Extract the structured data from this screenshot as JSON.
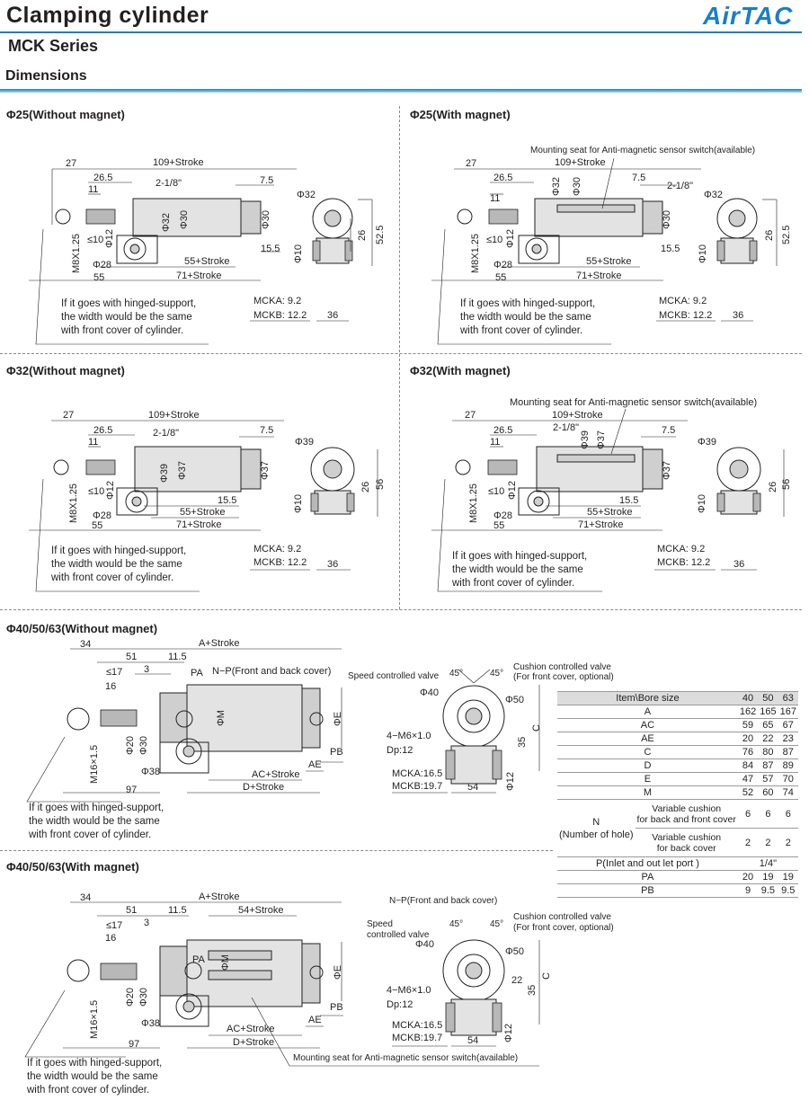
{
  "header": {
    "title": "Clamping cylinder",
    "series": "MCK Series",
    "section": "Dimensions",
    "logo": "AirTAC",
    "accent_color": "#1b7fc6"
  },
  "panels": {
    "p25a": {
      "heading": "Φ25(Without magnet)"
    },
    "p25b": {
      "heading": "Φ25(With magnet)"
    },
    "p32a": {
      "heading": "Φ32(Without magnet)"
    },
    "p32b": {
      "heading": "Φ32(With magnet)"
    },
    "p40a": {
      "heading": "Φ40/50/63(Without magnet)"
    },
    "p40b": {
      "heading": "Φ40/50/63(With magnet)"
    }
  },
  "labels": {
    "d27": "27",
    "d26_5": "26.5",
    "d11": "11",
    "d109": "109+Stroke",
    "d2_18": "2-1/8\"",
    "d7_5": "7.5",
    "d15_5": "15.5",
    "d55s": "55+Stroke",
    "d71s": "71+Stroke",
    "d55": "55",
    "p10": "≤10",
    "m8": "M8X1.25",
    "phi12": "Φ12",
    "phi28": "Φ28",
    "phi30": "Φ30",
    "phi32": "Φ32",
    "phi37": "Φ37",
    "phi39": "Φ39",
    "phi10": "Φ10",
    "d26": "26",
    "d52_5": "52.5",
    "d56": "56",
    "d36": "36",
    "mcka92": "MCKA: 9.2",
    "mckb122": "MCKB: 12.2",
    "mount": "Mounting seat for Anti-magnetic sensor switch(available)",
    "d34": "34",
    "astroke": "A+Stroke",
    "d51": "51",
    "d11_5": "11.5",
    "d3": "3",
    "le17": "≤17",
    "d16": "16",
    "pa": "PA",
    "pb": "PB",
    "np": "N−P(Front and back cover)",
    "phim": "ΦM",
    "phie": "ΦE",
    "phi20": "Φ20",
    "phi30b": "Φ30",
    "m16": "M16×1.5",
    "phi38": "Φ38",
    "acs": "AC+Stroke",
    "ds": "D+Stroke",
    "ae": "AE",
    "d97": "97",
    "d54s": "54+Stroke",
    "scv": "Speed controlled valve",
    "scv2a": "Speed",
    "scv2b": "controlled valve",
    "ccv1": "Cushion controlled valve",
    "ccv2": "(For front cover, optional)",
    "a45": "45°",
    "phi40": "Φ40",
    "phi50": "Φ50",
    "m6": "4−M6×1.0",
    "dp12": "Dp:12",
    "d35": "35",
    "c": "C",
    "d22": "22",
    "mcka165": "MCKA:16.5",
    "mckb197": "MCKB:19.7",
    "d54": "54",
    "phi12b": "Φ12"
  },
  "notes": {
    "hinge": [
      "If it goes with hinged-support,",
      "the width would be the same",
      "with front cover of cylinder."
    ]
  },
  "table": {
    "header": [
      "Item\\Bore size",
      "40",
      "50",
      "63"
    ],
    "rows": [
      {
        "item": "A",
        "v": [
          "162",
          "165",
          "167"
        ]
      },
      {
        "item": "AC",
        "v": [
          "59",
          "65",
          "67"
        ]
      },
      {
        "item": "AE",
        "v": [
          "20",
          "22",
          "23"
        ]
      },
      {
        "item": "C",
        "v": [
          "76",
          "80",
          "87"
        ]
      },
      {
        "item": "D",
        "v": [
          "84",
          "87",
          "89"
        ]
      },
      {
        "item": "E",
        "v": [
          "47",
          "57",
          "70"
        ]
      },
      {
        "item": "M",
        "v": [
          "52",
          "60",
          "74"
        ]
      }
    ],
    "n_label": "N",
    "n_sub": "(Number of hole)",
    "n_rows": [
      {
        "item": "Variable cushion for back and front cover",
        "line1": "Variable cushion",
        "line2": "for back and front cover",
        "v": [
          "6",
          "6",
          "6"
        ]
      },
      {
        "item": "Variable cushion for back cover",
        "line1": "Variable cushion",
        "line2": "for back cover",
        "v": [
          "2",
          "2",
          "2"
        ]
      }
    ],
    "p_row": {
      "item": "P(Inlet and out let port )",
      "v": "1/4\""
    },
    "pa_row": {
      "item": "PA",
      "v": [
        "20",
        "19",
        "19"
      ]
    },
    "pb_row": {
      "item": "PB",
      "v": [
        "9",
        "9.5",
        "9.5"
      ]
    }
  }
}
